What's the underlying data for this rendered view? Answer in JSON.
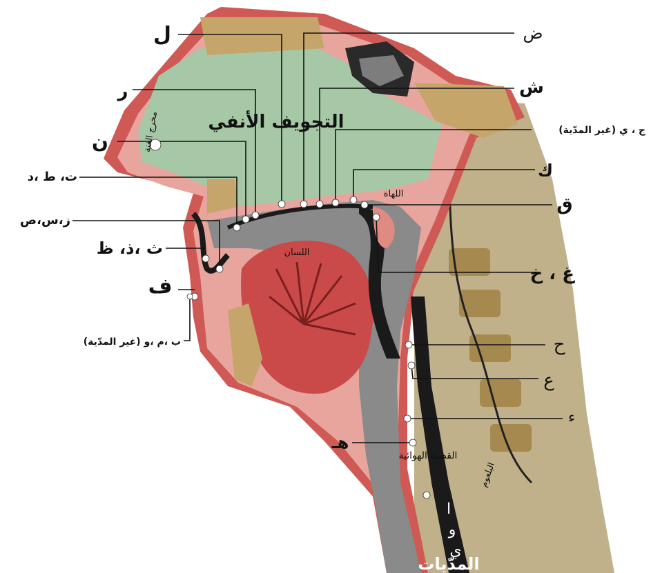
{
  "diagram": {
    "region_labels": {
      "nasal_cavity": "التجويف الأنفي",
      "nostril": "مخرج الغنة",
      "tongue": "اللسان",
      "uvula": "اللهاة",
      "trachea": "القصبة الهوائية",
      "esophagus": "البلعوم",
      "vowels_alif": "ا",
      "vowels_waw": "و",
      "vowels_ya": "ي",
      "vowels_caption": "المدّيات"
    },
    "points": {
      "lam": "ل",
      "dad": "ض",
      "ra": "ر",
      "shin": "ش",
      "jim_ya": "ج ، ي (غير المدّية)",
      "nun": "ن",
      "kaf": "ك",
      "ta_ta_dal": "ت، ط ،د",
      "qaf": "ق",
      "zay_sin_sad": "ز،س،ص",
      "tha_dhal_dha": "ث ،ذ، ظ",
      "ghain_kha": "غ ، خ",
      "fa": "ف",
      "ba_mim_waw": "ب ،م ،و (غير المدّية)",
      "ha": "ح",
      "ain": "ع",
      "hamza": "ء",
      "ha_soft": "هـ"
    }
  },
  "colors": {
    "skin_outer": "#cf5a55",
    "skin_pink": "#e9a9a2",
    "bone_tan": "#c7a870",
    "nasal_green": "#a7c9a8",
    "cavity_gray": "#8a8a8a",
    "dark": "#1a1a1a",
    "tongue_red": "#c94a48",
    "neck_tan": "#bfb08a",
    "dot": "#ffffff"
  }
}
